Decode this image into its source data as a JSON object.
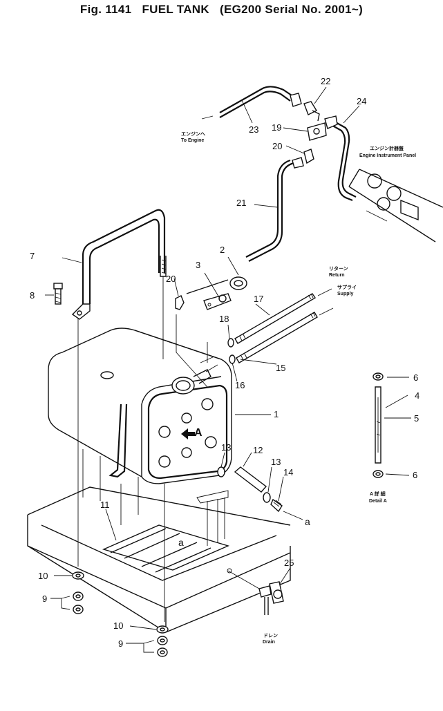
{
  "title": "Fig. 1141   FUEL TANK   (EG200 Serial No. 2001~)",
  "callouts": {
    "c1": "1",
    "c2": "2",
    "c3": "3",
    "c4": "4",
    "c5": "5",
    "c6a": "6",
    "c6b": "6",
    "c7": "7",
    "c8": "8",
    "c9a": "9",
    "c9b": "9",
    "c10a": "10",
    "c10b": "10",
    "c11": "11",
    "c12": "12",
    "c13a": "13",
    "c13b": "13",
    "c14": "14",
    "c15": "15",
    "c16": "16",
    "c17": "17",
    "c18": "18",
    "c19": "19",
    "c20a": "20",
    "c20b": "20",
    "c21": "21",
    "c22": "22",
    "c23": "23",
    "c24": "24",
    "c25": "25"
  },
  "markers": {
    "a1": "a",
    "a2": "a",
    "view_arrow": "A"
  },
  "notes": {
    "to_engine_jp": "エンジンへ",
    "to_engine_en": "To Engine",
    "engine_panel_jp": "エンジン計器盤",
    "engine_panel_en": "Engine Instrument Panel",
    "return_jp": "リターン",
    "return_en": "Return",
    "supply_jp": "サプライ",
    "supply_en": "Supply",
    "drain_jp": "ドレン",
    "drain_en": "Drain",
    "detail_jp": "A 詳 細",
    "detail_en": "Detail A"
  }
}
